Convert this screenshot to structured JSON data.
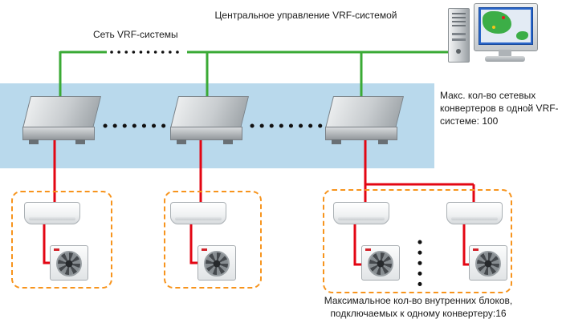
{
  "labels": {
    "central_management": "Центральное управление VRF-системой",
    "network": "Сеть VRF-системы",
    "max_converters": "Макс. кол-во сетевых конвертеров в одной VRF- системе: 100",
    "max_indoor_units": "Максимальное кол-во внутренних блоков, подключаемых к одному конвертеру:16"
  },
  "colors": {
    "network_line_green": "#3aaa35",
    "refrigerant_line_red": "#e30613",
    "group_outline_orange": "#f7941d",
    "converter_band_blue": "#b9d9ec"
  },
  "structure": {
    "network_converters": 3,
    "indoor_groups": [
      {
        "wall_units": 1,
        "cassette_units": 1
      },
      {
        "wall_units": 1,
        "cassette_units": 1
      },
      {
        "wall_units": 2,
        "cassette_units": 2
      }
    ]
  }
}
